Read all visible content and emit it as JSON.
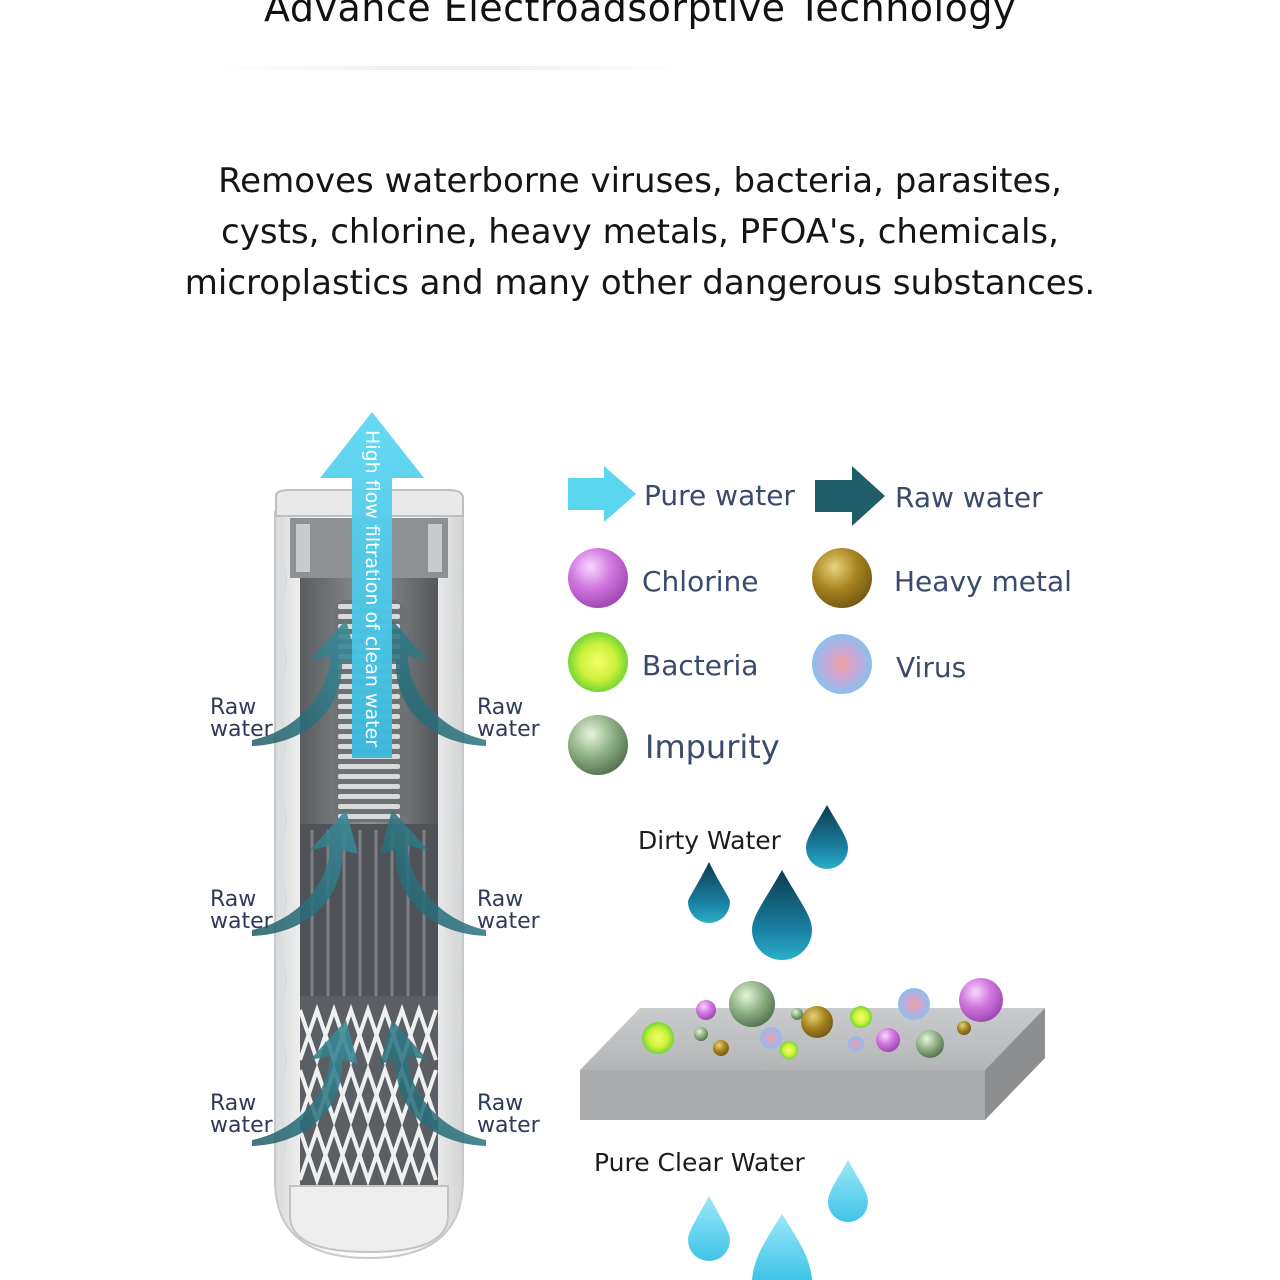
{
  "header": {
    "title": "Advance Electroadsorptive Technology",
    "description_lines": [
      "Removes waterborne viruses, bacteria, parasites,",
      "cysts, chlorine, heavy metals, PFOA's, chemicals,",
      "microplastics and many other dangerous substances."
    ]
  },
  "filter": {
    "flow_label": "High flow filtration of clean water",
    "raw_water_label_line1": "Raw",
    "raw_water_label_line2": "water"
  },
  "legend": {
    "pure_water": "Pure water",
    "raw_water": "Raw water",
    "chlorine": "Chlorine",
    "heavy_metal": "Heavy metal",
    "bacteria": "Bacteria",
    "virus": "Virus",
    "impurity": "Impurity"
  },
  "adsorption": {
    "dirty_label": "Dirty Water",
    "clean_label": "Pure Clear Water"
  },
  "colors": {
    "pure_arrow": "#5ad7ef",
    "raw_arrow": "#1f5d69",
    "label_text": "#3a4a6b",
    "chlorine": "#c85fd8",
    "heavy_metal": "#a88420",
    "bacteria": "#8ee03a",
    "virus": "#a8a4e6",
    "impurity": "#7c9b72",
    "dirty_drop": "#167a9a",
    "clean_drop": "#6fd6f0"
  }
}
